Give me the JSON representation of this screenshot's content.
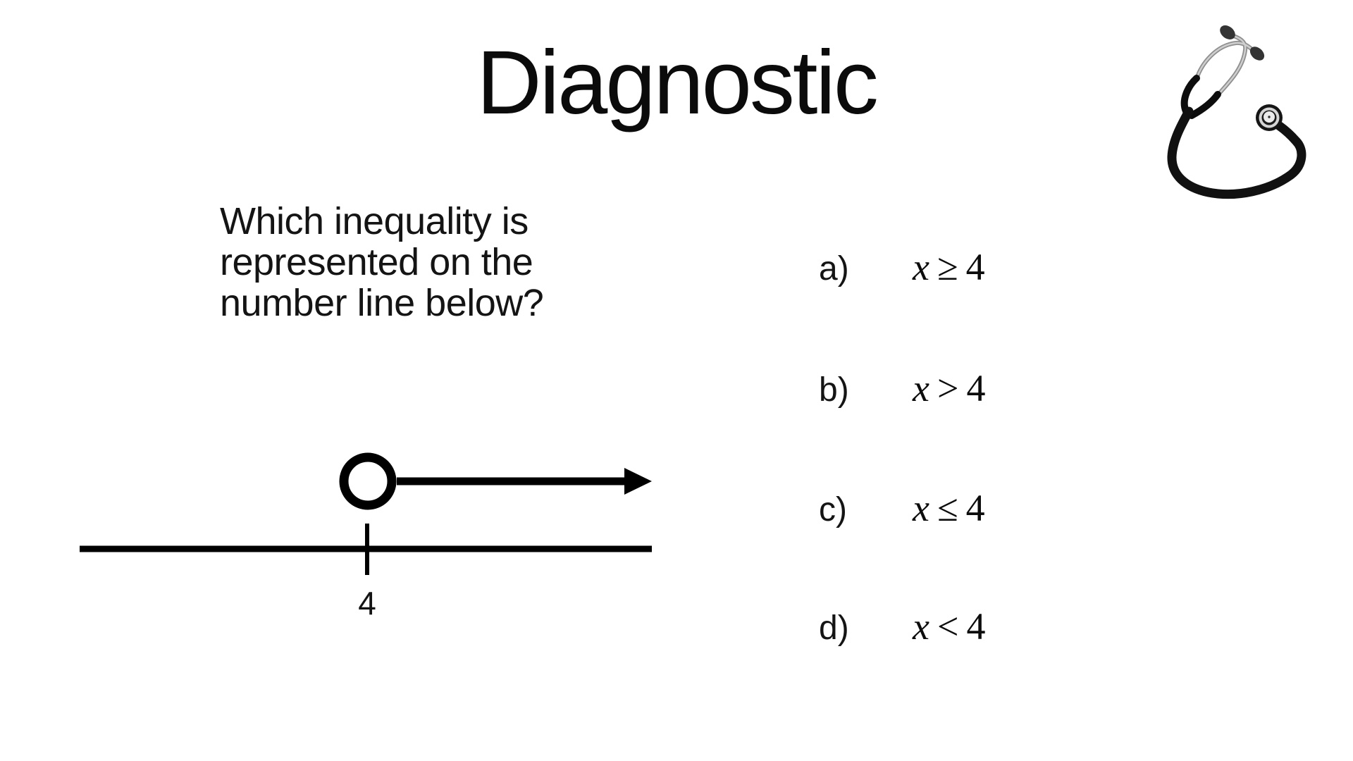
{
  "slide": {
    "title": "Diagnostic",
    "background": "#ffffff",
    "ink": "#0f0f0f"
  },
  "question": {
    "lines": [
      "Which inequality is",
      "represented on the",
      "number line below?"
    ]
  },
  "options": [
    {
      "label": "a)",
      "variable": "x",
      "operator": "≥",
      "value": "4"
    },
    {
      "label": "b)",
      "variable": "x",
      "operator": ">",
      "value": "4"
    },
    {
      "label": "c)",
      "variable": "x",
      "operator": "≤",
      "value": "4"
    },
    {
      "label": "d)",
      "variable": "x",
      "operator": "<",
      "value": "4"
    }
  ],
  "number_line": {
    "tick_label": "4",
    "point": "open-circle-at-4",
    "ray_direction": "right"
  },
  "decorations": {
    "corner_icon": "stethoscope"
  }
}
